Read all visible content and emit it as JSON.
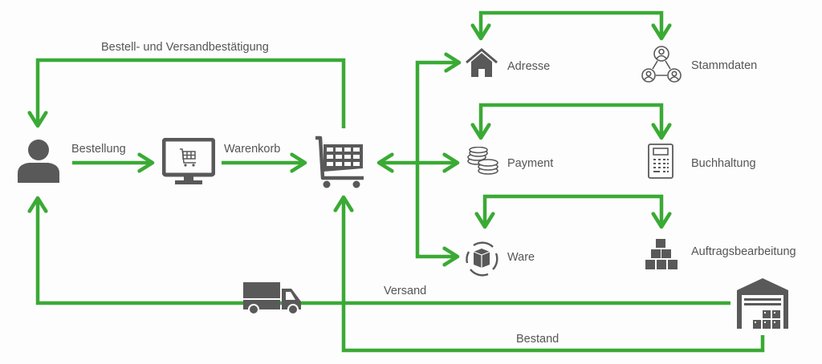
{
  "colors": {
    "flow": "#3aaa35",
    "icon": "#595959",
    "text": "#555555",
    "background": "#fdfdfd"
  },
  "nodes": {
    "kunde": {
      "icon": "person-icon"
    },
    "shop": {
      "icon": "monitor-cart-icon"
    },
    "warenkorb": {
      "icon": "shopping-cart-icon"
    },
    "adresse": {
      "icon": "house-icon",
      "label": "Adresse"
    },
    "stammdaten": {
      "icon": "user-network-icon",
      "label": "Stammdaten"
    },
    "payment": {
      "icon": "coins-icon",
      "label": "Payment"
    },
    "buchhaltung": {
      "icon": "calculator-icon",
      "label": "Buchhaltung"
    },
    "ware": {
      "icon": "box-cycle-icon",
      "label": "Ware"
    },
    "auftrag": {
      "icon": "box-stack-icon",
      "label": "Auftragsbearbeitung"
    },
    "lager": {
      "icon": "warehouse-icon"
    },
    "versand_truck": {
      "icon": "truck-icon"
    }
  },
  "edges": {
    "bestaetigung": "Bestell- und Versandbestätigung",
    "bestellung": "Bestellung",
    "warenkorb": "Warenkorb",
    "versand": "Versand",
    "bestand": "Bestand"
  }
}
